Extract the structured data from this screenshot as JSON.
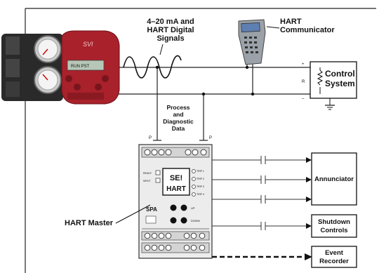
{
  "labels": {
    "signals_line1": "4–20 mA and",
    "signals_line2": "HART Digital",
    "signals_line3": "Signals",
    "communicator_line1": "HART",
    "communicator_line2": "Communicator",
    "control_line1": "Control",
    "control_line2": "System",
    "process_line1": "Process",
    "process_line2": "and",
    "process_line3": "Diagnostic",
    "process_line4": "Data",
    "hart_master": "HART Master",
    "annunciator": "Annunciator",
    "shutdown_line1": "Shutdown",
    "shutdown_line2": "Controls",
    "event_line1": "Event",
    "event_line2": "Recorder",
    "terminal_p_left": "P",
    "terminal_p_right": "P",
    "cs_plus": "+",
    "cs_minus": "–",
    "cs_r": "R",
    "positioner_brand": "SVI",
    "positioner_display": "RUN PST",
    "module_display_line1": "SE!",
    "module_display_line2": "HART",
    "module_model": "SPA",
    "module_left_tag1": "READY",
    "module_left_tag2": "INPUT",
    "module_trip1": "TRIP 1",
    "module_trip2": "TRIP 2",
    "module_trip3": "TRIP 3",
    "module_trip4": "TRIP 4",
    "module_btn_up": "UP",
    "module_btn_down": "DOWN"
  }
}
